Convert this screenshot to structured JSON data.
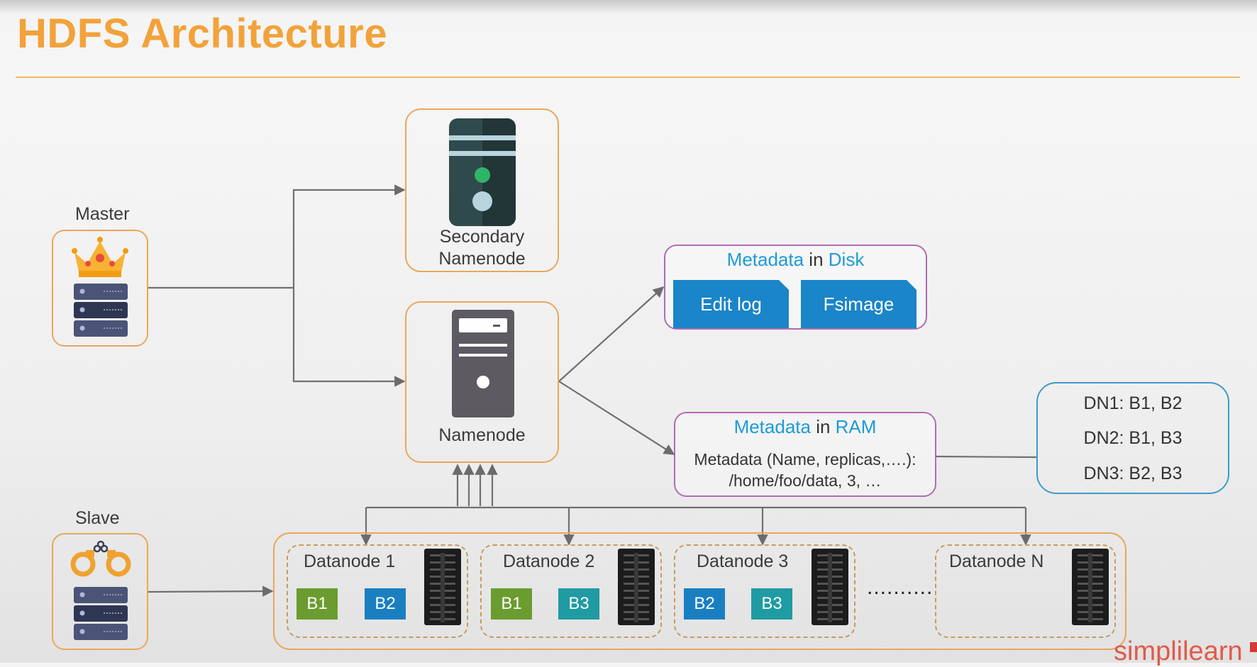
{
  "title": "HDFS Architecture",
  "master": {
    "label": "Master"
  },
  "slave": {
    "label": "Slave"
  },
  "secondary_namenode": {
    "line1": "Secondary",
    "line2": "Namenode"
  },
  "namenode": {
    "label": "Namenode"
  },
  "metadata_disk": {
    "title_a": "Metadata",
    "title_mid": " in ",
    "title_b": "Disk",
    "files": [
      "Edit log",
      "Fsimage"
    ]
  },
  "metadata_ram": {
    "title_a": "Metadata",
    "title_mid": " in ",
    "title_b": "RAM",
    "line1": "Metadata (Name, replicas,….):",
    "line2": "/home/foo/data, 3, …"
  },
  "block_map": [
    "DN1: B1, B2",
    "DN2: B1, B3",
    "DN3: B2, B3"
  ],
  "datanodes": [
    {
      "name": "Datanode 1",
      "blocks": [
        "B1",
        "B2"
      ]
    },
    {
      "name": "Datanode 2",
      "blocks": [
        "B1",
        "B3"
      ]
    },
    {
      "name": "Datanode 3",
      "blocks": [
        "B2",
        "B3"
      ]
    },
    {
      "name": "Datanode N",
      "blocks": []
    }
  ],
  "ellipsis": "..........",
  "logo": "simplilearn",
  "colors": {
    "accent_orange": "#f2a23a",
    "highlight_blue": "#1d9bd8",
    "file_blue": "#1a85c8",
    "block_green": "#6a9c2f",
    "block_blue": "#1a7fc1",
    "block_teal": "#1e9ba3"
  },
  "icons": [
    "crown-icon",
    "server-stack-icon",
    "handcuffs-icon",
    "tower-server-icon",
    "desktop-tower-icon",
    "rack-server-icon"
  ]
}
